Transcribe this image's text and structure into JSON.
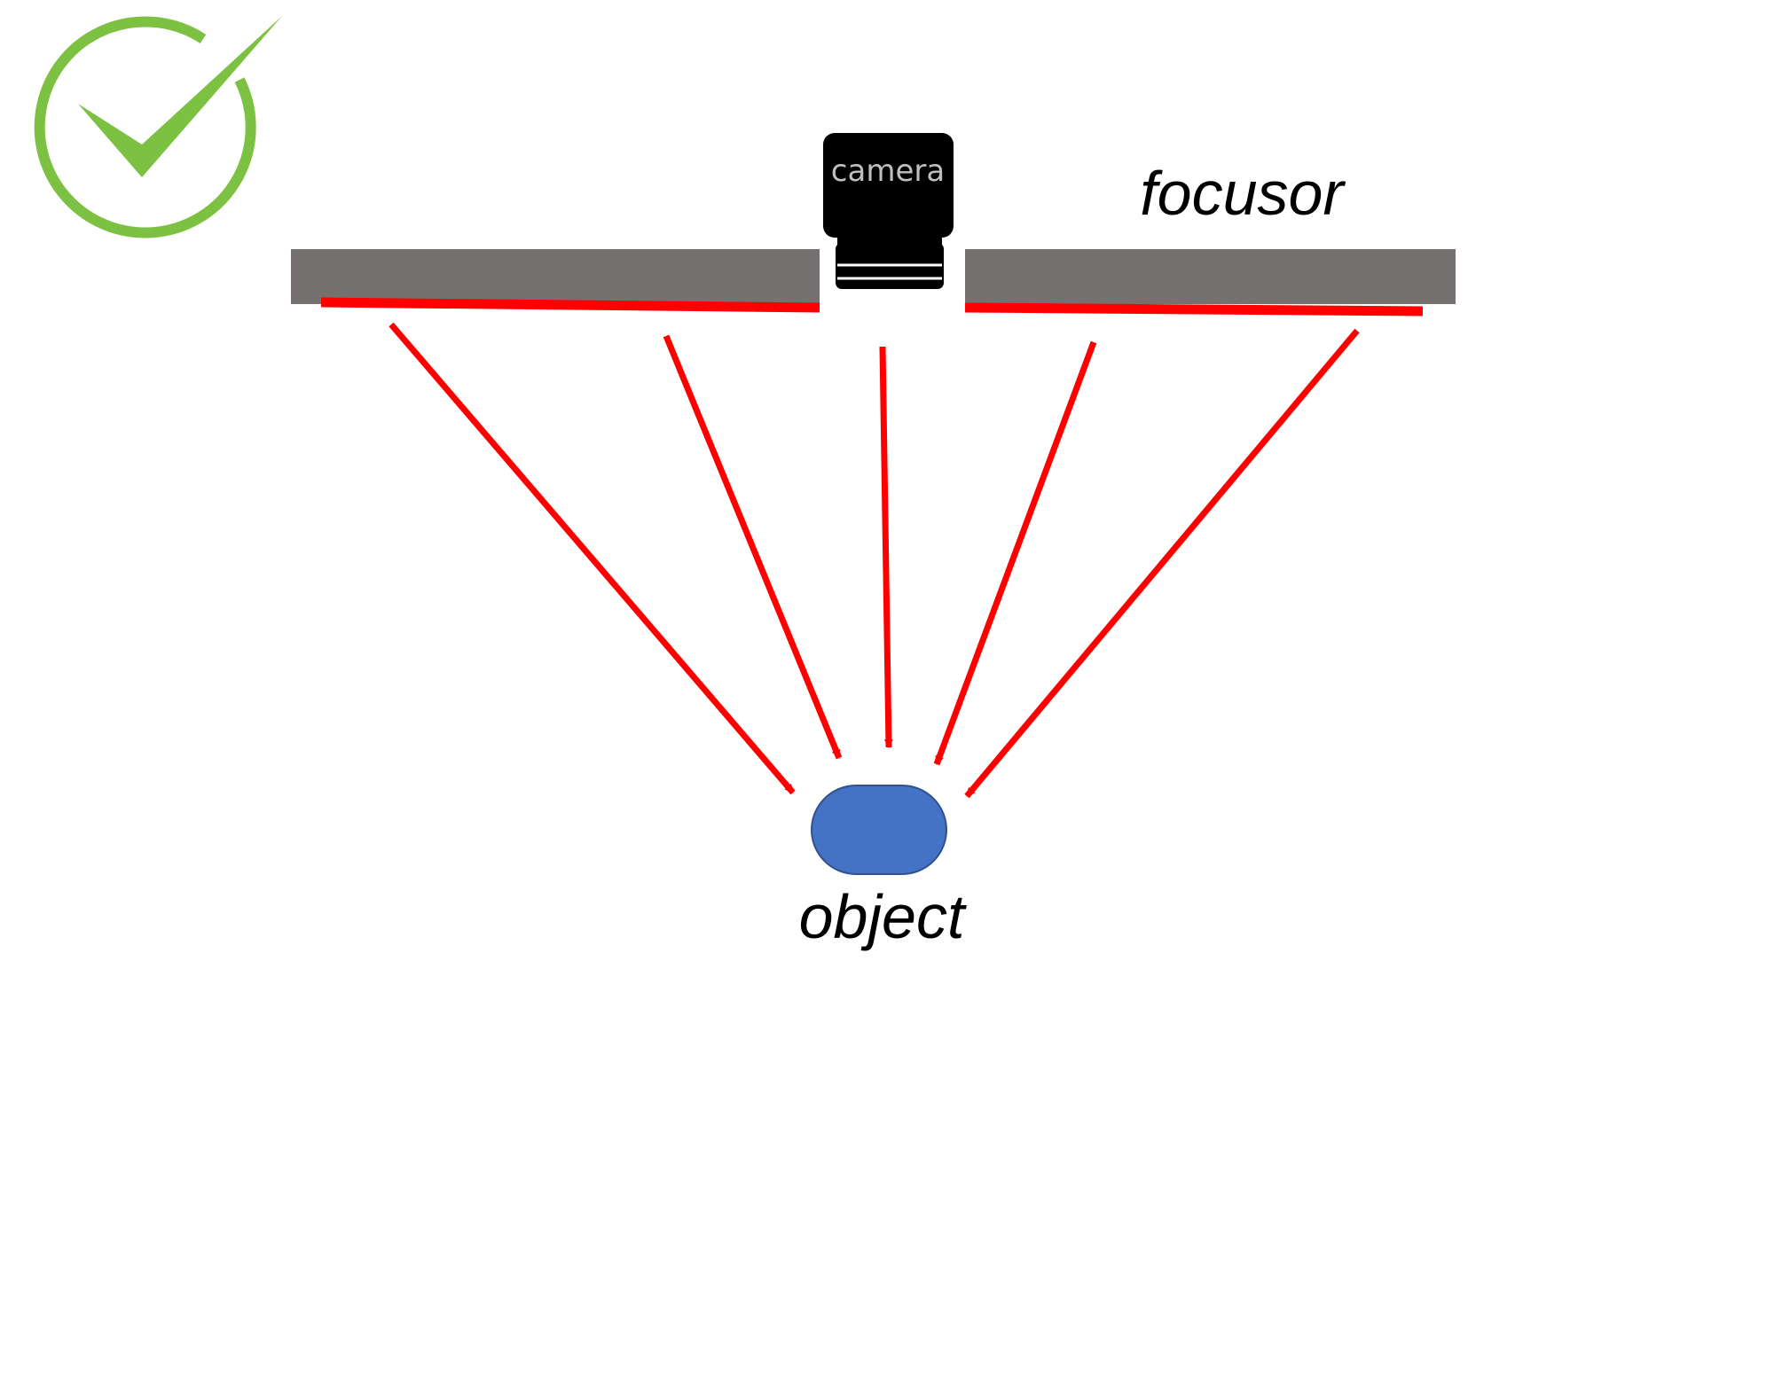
{
  "labels": {
    "camera": "camera",
    "focusor": "focusor",
    "object": "object"
  },
  "icons": {
    "status": "check-circle-icon"
  },
  "colors": {
    "check": "#7cc142",
    "focusor_plate": "#767171",
    "reflective_layer": "#ff0000",
    "rays": "#ff0000",
    "camera_body": "#000000",
    "camera_label": "#bfbfbf",
    "object": "#4472c4",
    "object_outline": "#2f528f",
    "text": "#000000"
  }
}
